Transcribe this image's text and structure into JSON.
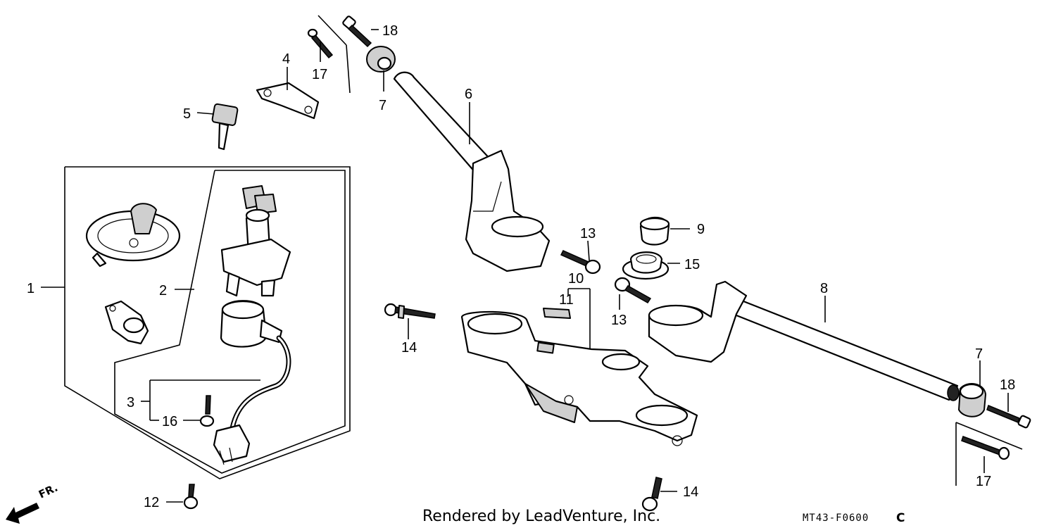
{
  "diagram": {
    "callouts": [
      {
        "id": "c1",
        "text": "1"
      },
      {
        "id": "c2",
        "text": "2"
      },
      {
        "id": "c3",
        "text": "3"
      },
      {
        "id": "c4",
        "text": "4"
      },
      {
        "id": "c5",
        "text": "5"
      },
      {
        "id": "c6",
        "text": "6"
      },
      {
        "id": "c7a",
        "text": "7"
      },
      {
        "id": "c7b",
        "text": "7"
      },
      {
        "id": "c8",
        "text": "8"
      },
      {
        "id": "c9",
        "text": "9"
      },
      {
        "id": "c10",
        "text": "10"
      },
      {
        "id": "c11",
        "text": "11"
      },
      {
        "id": "c12",
        "text": "12"
      },
      {
        "id": "c13a",
        "text": "13"
      },
      {
        "id": "c13b",
        "text": "13"
      },
      {
        "id": "c14a",
        "text": "14"
      },
      {
        "id": "c14b",
        "text": "14"
      },
      {
        "id": "c15",
        "text": "15"
      },
      {
        "id": "c16",
        "text": "16"
      },
      {
        "id": "c17a",
        "text": "17"
      },
      {
        "id": "c17b",
        "text": "17"
      },
      {
        "id": "c18a",
        "text": "18"
      },
      {
        "id": "c18b",
        "text": "18"
      }
    ],
    "direction_marker": "FR.",
    "credit": "Rendered by LeadVenture, Inc.",
    "diagram_code": "MT43-F0600",
    "diagram_code_suffix": "C"
  }
}
